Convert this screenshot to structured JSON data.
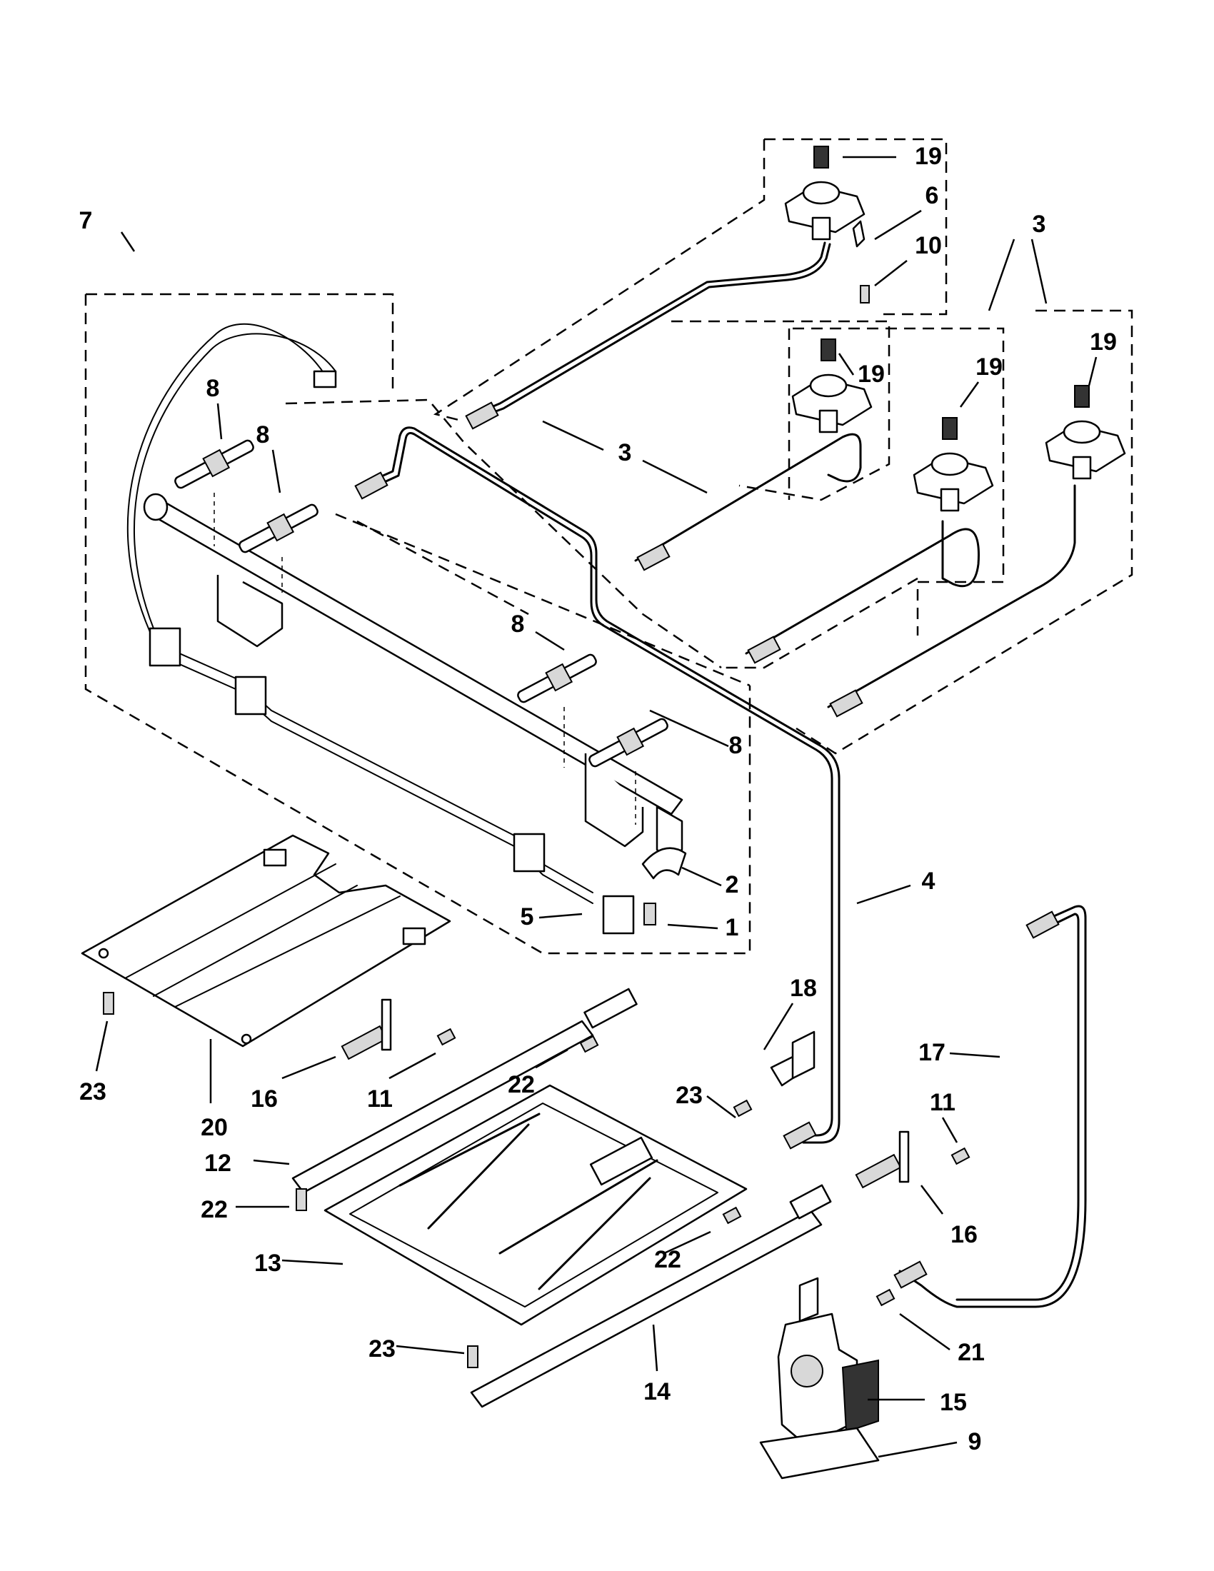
{
  "callouts": [
    {
      "id": "c7",
      "label": "7"
    },
    {
      "id": "c8a",
      "label": "8"
    },
    {
      "id": "c8b",
      "label": "8"
    },
    {
      "id": "c8c",
      "label": "8"
    },
    {
      "id": "c8d",
      "label": "8"
    },
    {
      "id": "c19a",
      "label": "19"
    },
    {
      "id": "c6",
      "label": "6"
    },
    {
      "id": "c10",
      "label": "10"
    },
    {
      "id": "c3a",
      "label": "3"
    },
    {
      "id": "c3b",
      "label": "3"
    },
    {
      "id": "c19b",
      "label": "19"
    },
    {
      "id": "c19c",
      "label": "19"
    },
    {
      "id": "c19d",
      "label": "19"
    },
    {
      "id": "c2",
      "label": "2"
    },
    {
      "id": "c5",
      "label": "5"
    },
    {
      "id": "c1",
      "label": "1"
    },
    {
      "id": "c4",
      "label": "4"
    },
    {
      "id": "c18",
      "label": "18"
    },
    {
      "id": "c17",
      "label": "17"
    },
    {
      "id": "c23a",
      "label": "23"
    },
    {
      "id": "c20",
      "label": "20"
    },
    {
      "id": "c16a",
      "label": "16"
    },
    {
      "id": "c11a",
      "label": "11"
    },
    {
      "id": "c22a",
      "label": "22"
    },
    {
      "id": "c23b",
      "label": "23"
    },
    {
      "id": "c11b",
      "label": "11"
    },
    {
      "id": "c12",
      "label": "12"
    },
    {
      "id": "c22b",
      "label": "22"
    },
    {
      "id": "c16b",
      "label": "16"
    },
    {
      "id": "c22c",
      "label": "22"
    },
    {
      "id": "c13",
      "label": "13"
    },
    {
      "id": "c21",
      "label": "21"
    },
    {
      "id": "c23c",
      "label": "23"
    },
    {
      "id": "c15",
      "label": "15"
    },
    {
      "id": "c14",
      "label": "14"
    },
    {
      "id": "c9",
      "label": "9"
    }
  ]
}
